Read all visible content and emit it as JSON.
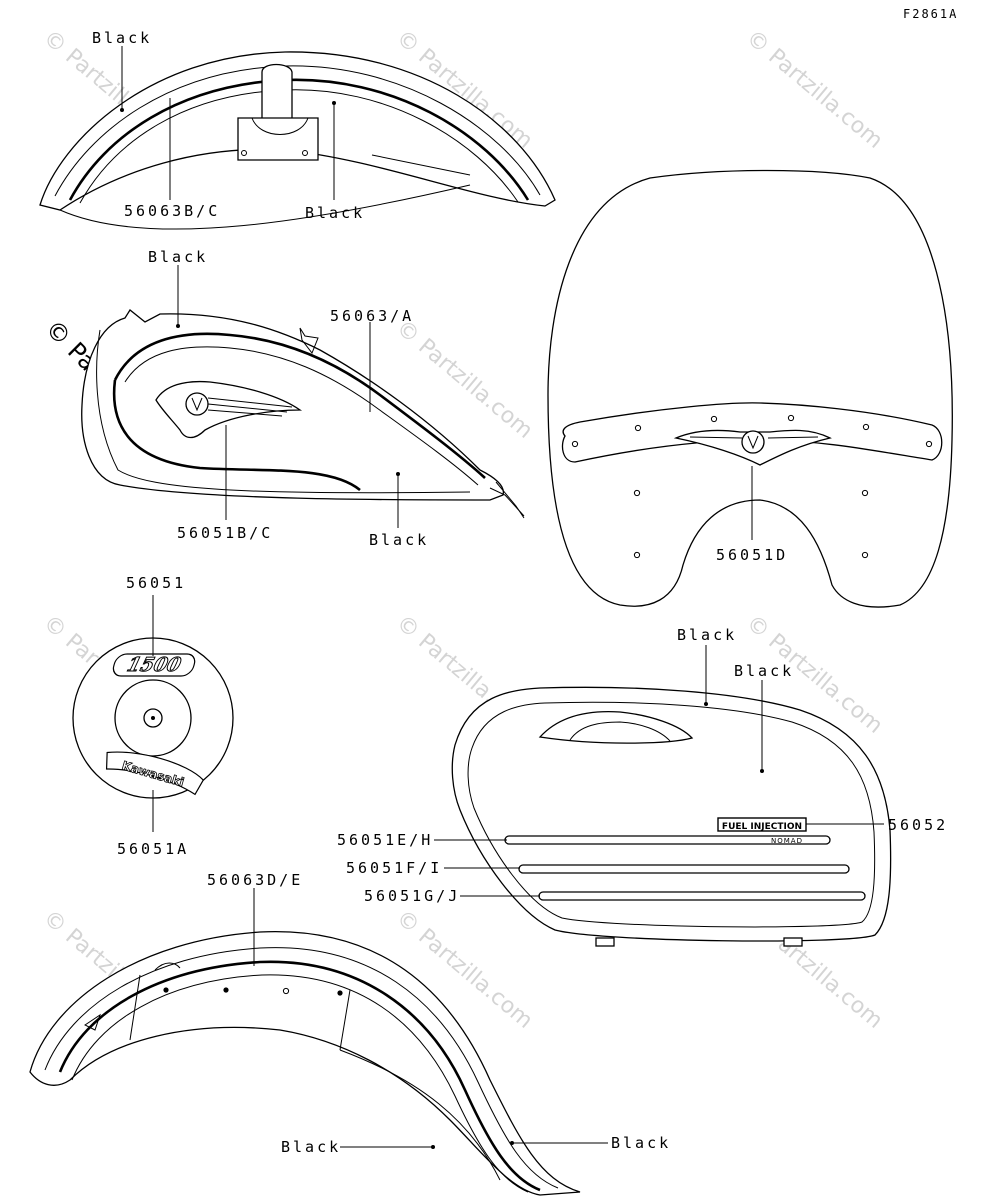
{
  "diagram_code": "F2861A",
  "watermark": {
    "text": "© Partzilla.com",
    "main_text": "© Partzilla.com"
  },
  "labels": {
    "front_fender_black_top": "Black",
    "front_fender_part": "56063B/C",
    "front_fender_black_right": "Black",
    "tank_black_top": "Black",
    "tank_stripe_part": "56063/A",
    "tank_emblem_part": "56051B/C",
    "tank_black_bottom": "Black",
    "windshield_emblem_part": "56051D",
    "aircleaner_top_part": "56051",
    "aircleaner_bottom_part": "56051A",
    "sidecover_black_1": "Black",
    "sidecover_black_2": "Black",
    "sidecover_badge_part": "56052",
    "sidecover_stripe_1": "56051E/H",
    "sidecover_stripe_2": "56051F/I",
    "sidecover_stripe_3": "56051G/J",
    "rear_fender_part": "56063D/E",
    "rear_fender_black_left": "Black",
    "rear_fender_black_right": "Black"
  },
  "decal_text": {
    "displacement": "1500",
    "brand": "Kawasaki",
    "fi_badge": "FUEL INJECTION",
    "model": "NOMAD"
  },
  "colors": {
    "line": "#000000",
    "watermark": "#d4d4d4",
    "background": "#ffffff"
  }
}
